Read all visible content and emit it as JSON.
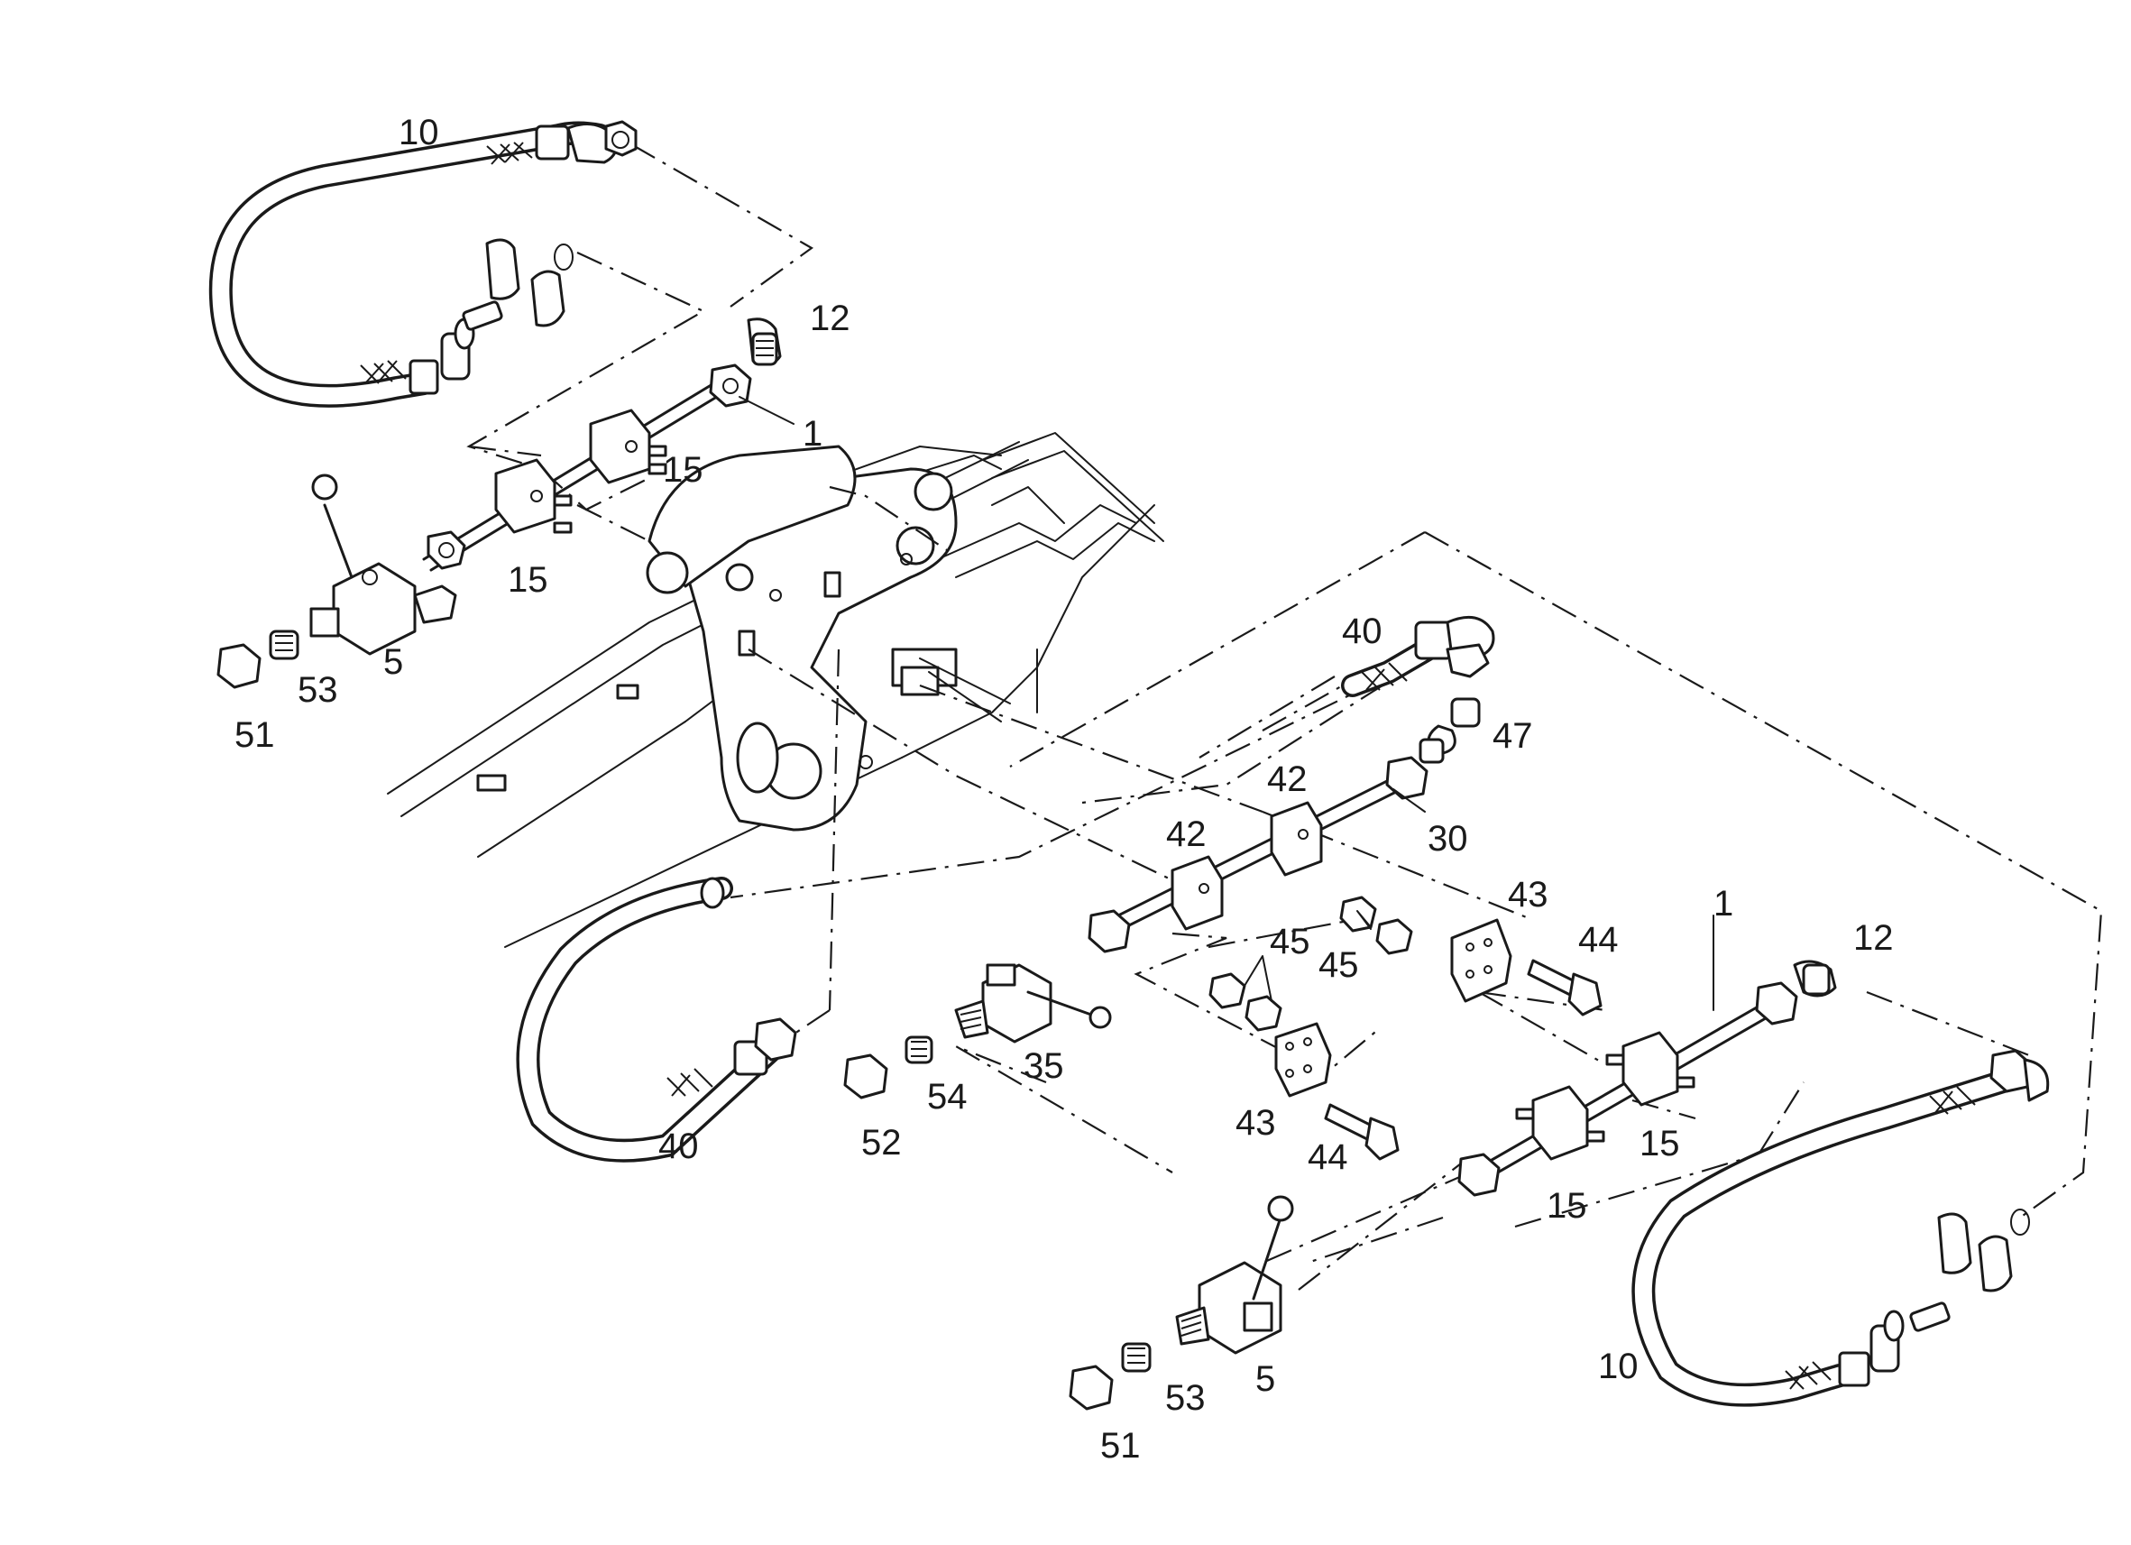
{
  "callouts": [
    {
      "id": "c10a",
      "text": "10"
    },
    {
      "id": "c12a",
      "text": "12"
    },
    {
      "id": "c1a",
      "text": "1"
    },
    {
      "id": "c15a",
      "text": "15"
    },
    {
      "id": "c15b",
      "text": "15"
    },
    {
      "id": "c5a",
      "text": "5"
    },
    {
      "id": "c53a",
      "text": "53"
    },
    {
      "id": "c51a",
      "text": "51"
    },
    {
      "id": "c40a",
      "text": "40"
    },
    {
      "id": "c47",
      "text": "47"
    },
    {
      "id": "c42a",
      "text": "42"
    },
    {
      "id": "c42b",
      "text": "42"
    },
    {
      "id": "c30",
      "text": "30"
    },
    {
      "id": "c43a",
      "text": "43"
    },
    {
      "id": "c44a",
      "text": "44"
    },
    {
      "id": "c45a",
      "text": "45"
    },
    {
      "id": "c45b",
      "text": "45"
    },
    {
      "id": "c1b",
      "text": "1"
    },
    {
      "id": "c12b",
      "text": "12"
    },
    {
      "id": "c35",
      "text": "35"
    },
    {
      "id": "c54",
      "text": "54"
    },
    {
      "id": "c52",
      "text": "52"
    },
    {
      "id": "c40b",
      "text": "40"
    },
    {
      "id": "c43b",
      "text": "43"
    },
    {
      "id": "c44b",
      "text": "44"
    },
    {
      "id": "c15c",
      "text": "15"
    },
    {
      "id": "c15d",
      "text": "15"
    },
    {
      "id": "c10b",
      "text": "10"
    },
    {
      "id": "c53b",
      "text": "53"
    },
    {
      "id": "c5b",
      "text": "5"
    },
    {
      "id": "c51b",
      "text": "51"
    }
  ]
}
